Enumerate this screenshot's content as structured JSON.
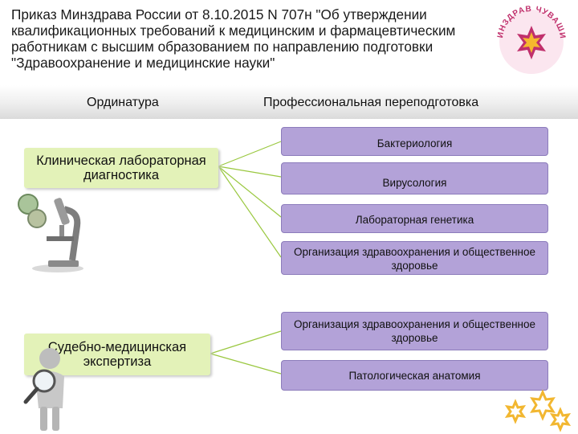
{
  "title": "Приказ Минздрава России от 8.10.2015 N 707н \"Об утверждении квалификационных требований к медицинским и фармацевтическим работникам с высшим образованием по направлению подготовки \"Здравоохранение и медицинские науки\"",
  "logo": {
    "text": "МИНЗДРАВ ЧУВАШИИ",
    "icon": "star-emblem-logo"
  },
  "headers": {
    "left": "Ординатура",
    "right": "Профессиональная переподготовка"
  },
  "residency": [
    {
      "label": "Клиническая лабораторная диагностика",
      "icon": "microscope-clipart"
    },
    {
      "label": "Судебно-медицинская экспертиза",
      "icon": "magnifier-person-clipart"
    }
  ],
  "retraining": [
    {
      "label": "Бактериология"
    },
    {
      "label": "Вирусология"
    },
    {
      "label": "Лабораторная генетика"
    },
    {
      "label": "Организация здравоохранения и общественное здоровье"
    },
    {
      "label": "Организация здравоохранения и общественное здоровье"
    },
    {
      "label": "Патологическая анатомия"
    }
  ],
  "colors": {
    "residency_box": "#e3f2b8",
    "retraining_box": "#b3a2d8",
    "connector": "#9ac840",
    "logo": "#c0306c"
  }
}
